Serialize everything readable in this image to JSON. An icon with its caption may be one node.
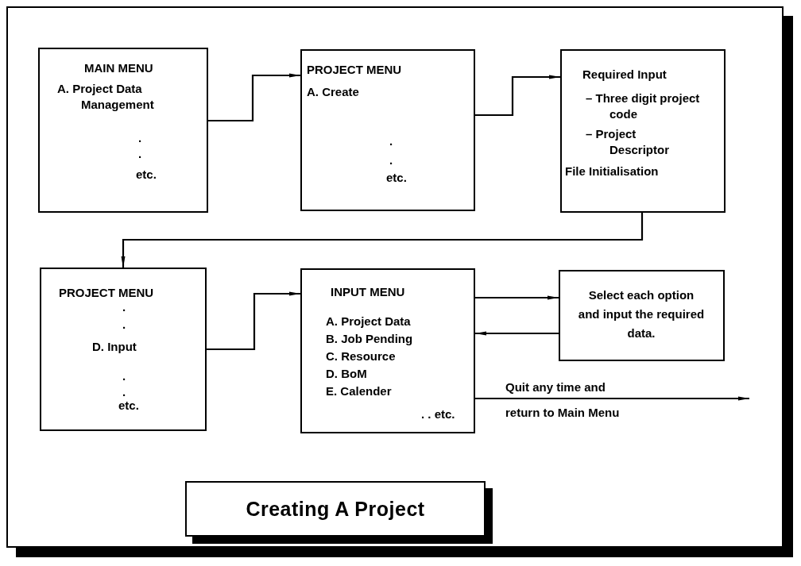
{
  "diagram": {
    "title": "Creating A Project",
    "nodes": [
      {
        "text": [
          "MAIN MENU",
          "A. Project Data Management",
          ".",
          ".",
          "etc."
        ]
      },
      {
        "text": [
          "PROJECT MENU",
          "A. Create",
          ".",
          ".",
          "etc."
        ]
      },
      {
        "text": [
          "Required Input",
          "– Three digit project code",
          "– Project Descriptor",
          "File Initialisation"
        ]
      },
      {
        "text": [
          "PROJECT MENU",
          ".",
          ".",
          "D. Input",
          ".",
          ".",
          "etc."
        ]
      },
      {
        "text": [
          "INPUT MENU",
          "A. Project Data",
          "B. Job Pending",
          "C. Resource",
          "D. BoM",
          "E. Calender",
          ". . etc."
        ]
      },
      {
        "text": [
          "Select each option and input the required data."
        ]
      }
    ],
    "edges": [
      {
        "from": 0,
        "to": 1,
        "arrow": "to"
      },
      {
        "from": 1,
        "to": 2,
        "arrow": "to"
      },
      {
        "from": 2,
        "to": 3,
        "arrow": "to"
      },
      {
        "from": 3,
        "to": 4,
        "arrow": "to"
      },
      {
        "from": 4,
        "to": 5,
        "arrow": "to"
      },
      {
        "from": 5,
        "to": 4,
        "arrow": "to"
      },
      {
        "from": 4,
        "to": null,
        "arrow": "to",
        "label": "Quit any time and return to Main Menu"
      }
    ]
  }
}
